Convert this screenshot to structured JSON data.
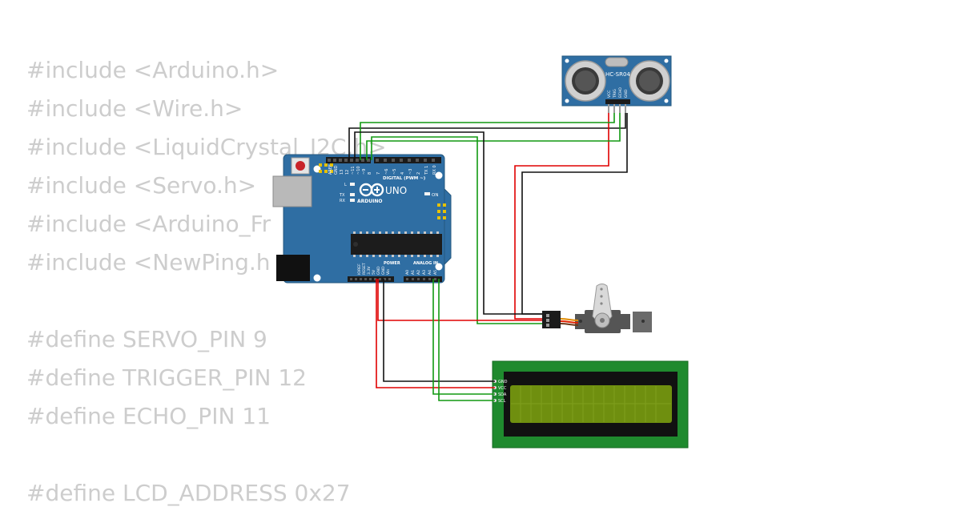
{
  "code": {
    "lines": [
      "#include <Arduino.h>",
      "#include <Wire.h>",
      "#include <LiquidCrystal_I2C.h>",
      "#include <Servo.h>",
      "#include <Arduino_Fr",
      "#include <NewPing.h",
      "",
      "#define SERVO_PIN 9",
      "#define TRIGGER_PIN 12",
      "#define ECHO_PIN 11",
      "",
      "#define LCD_ADDRESS 0x27"
    ]
  },
  "arduino": {
    "model": "UNO",
    "brand": "ARDUINO",
    "on_label": "ON",
    "l_label": "L",
    "tx_label": "TX",
    "rx_label": "RX",
    "digital_header": "DIGITAL (PWM ~)",
    "power_header": "POWER",
    "analog_header": "ANALOG IN",
    "top_pins": [
      "AREF",
      "GND",
      "13",
      "12",
      "~11",
      "~10",
      "~9",
      "8",
      "7",
      "~6",
      "~5",
      "4",
      "~3",
      "2",
      "TX 1",
      "RX 0"
    ],
    "power_pins": [
      "IOREF",
      "RESET",
      "3.3V",
      "5V",
      "GND",
      "GND",
      "Vin"
    ],
    "analog_pins": [
      "A0",
      "A1",
      "A2",
      "A3",
      "A4",
      "A5"
    ]
  },
  "sensor": {
    "model": "HC-SR04",
    "pins": [
      "VCC",
      "TRIG",
      "ECHO",
      "GND"
    ]
  },
  "lcd": {
    "pins": [
      "GND",
      "VCC",
      "SDA",
      "SCL"
    ]
  },
  "colors": {
    "code_text": "#cdcdcd",
    "board": "#2f6ea3",
    "wire_red": "#e00000",
    "wire_black": "#111111",
    "wire_green": "#119911",
    "lcd_pcb": "#1f8a2e",
    "lcd_screen": "#6f8f0f"
  }
}
